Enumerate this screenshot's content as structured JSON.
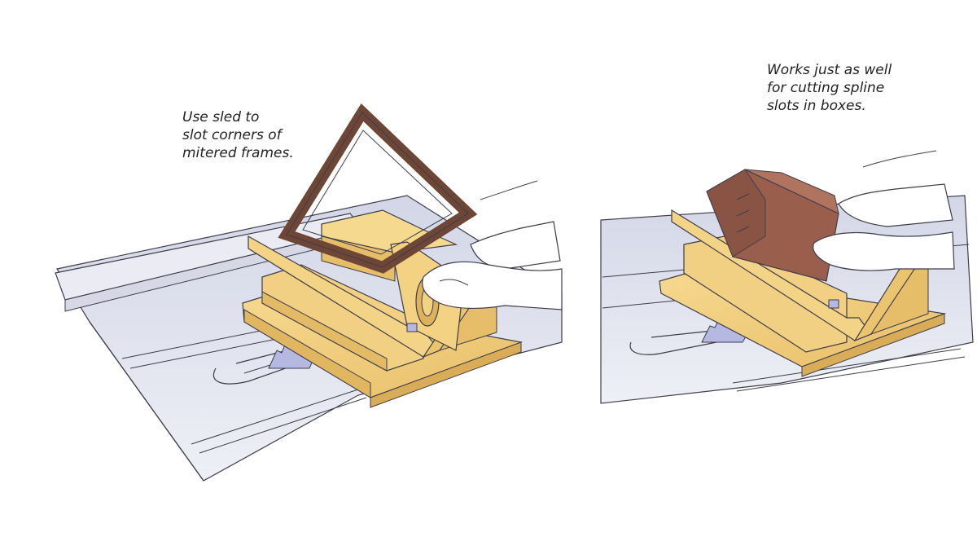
{
  "captions": {
    "left": "Use sled to\nslot corners of\nmitered frames.",
    "right": "Works just as well\nfor cutting spline\nslots in boxes."
  },
  "colors": {
    "table": "#c8cbdc",
    "table_shadow": "#a9adc7",
    "outline": "#3d3d4a",
    "sled_wood": "#f1cf7e",
    "sled_wood_dark": "#dcb25c",
    "frame_wood": "#8a5a44",
    "box_wood": "#9a5f4c",
    "blade": "#b5b9e2",
    "hand": "#ffffff"
  },
  "illustrations": [
    {
      "id": "left",
      "subject": "mitered-frame-on-spline-sled"
    },
    {
      "id": "right",
      "subject": "box-on-spline-sled"
    }
  ]
}
